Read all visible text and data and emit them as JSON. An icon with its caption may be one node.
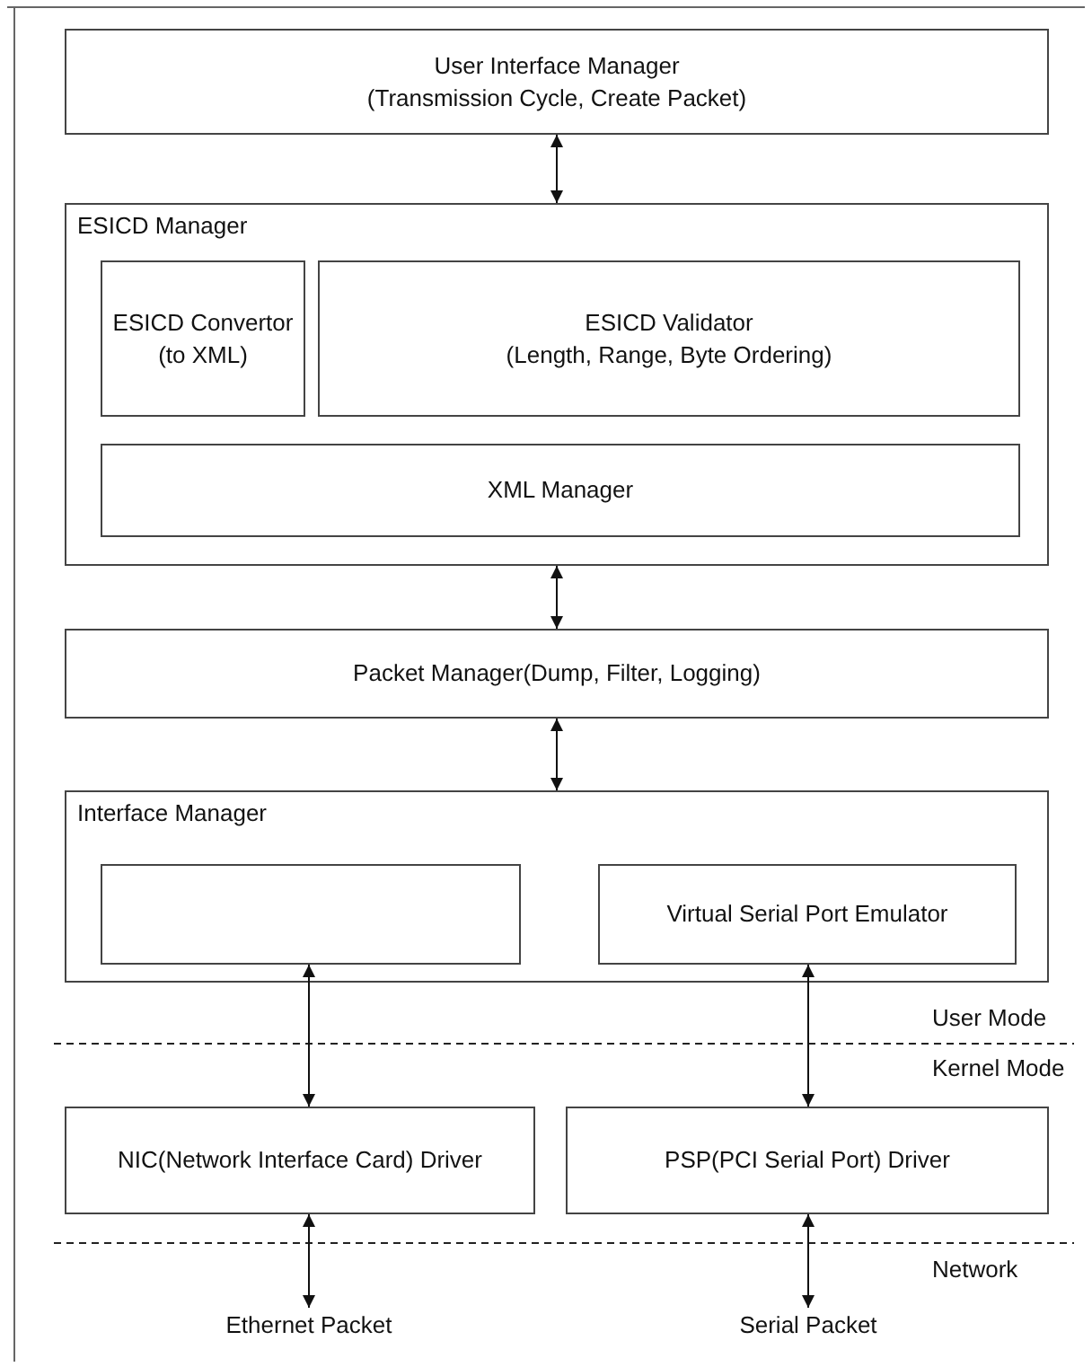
{
  "diagram": {
    "nodes": [
      {
        "text": [
          "User Interface Manager",
          "(Transmission Cycle, Create Packet)"
        ]
      },
      {
        "text": [
          "ESICD Manager"
        ]
      },
      {
        "text": [
          "ESICD Convertor (to XML)"
        ],
        "in": 1
      },
      {
        "text": [
          "ESICD Validator",
          "(Length, Range, Byte Ordering)"
        ],
        "in": 1
      },
      {
        "text": [
          "XML Manager"
        ],
        "in": 1
      },
      {
        "text": [
          "Packet Manager(Dump, Filter, Logging)"
        ]
      },
      {
        "text": [
          "Interface Manager"
        ]
      },
      {
        "text": [],
        "shape": "box",
        "in": 6
      },
      {
        "text": [
          "Virtual Serial Port Emulator"
        ],
        "in": 6
      },
      {
        "text": [
          "NIC(Network Interface Card) Driver"
        ]
      },
      {
        "text": [
          "PSP(PCI Serial Port) Driver"
        ]
      },
      {
        "text": [
          "Ethernet Packet"
        ]
      },
      {
        "text": [
          "Serial Packet"
        ]
      }
    ],
    "edges": [
      {
        "from": 0,
        "to": 1,
        "arrow": "both"
      },
      {
        "from": 1,
        "to": 5,
        "arrow": "both"
      },
      {
        "from": 5,
        "to": 6,
        "arrow": "both"
      },
      {
        "from": 7,
        "to": 9,
        "arrow": "both"
      },
      {
        "from": 8,
        "to": 10,
        "arrow": "both"
      },
      {
        "from": 9,
        "to": 11,
        "arrow": "both"
      },
      {
        "from": 10,
        "to": 12,
        "arrow": "both"
      }
    ],
    "labels": [
      "User Mode",
      "Kernel Mode",
      "Network"
    ]
  }
}
